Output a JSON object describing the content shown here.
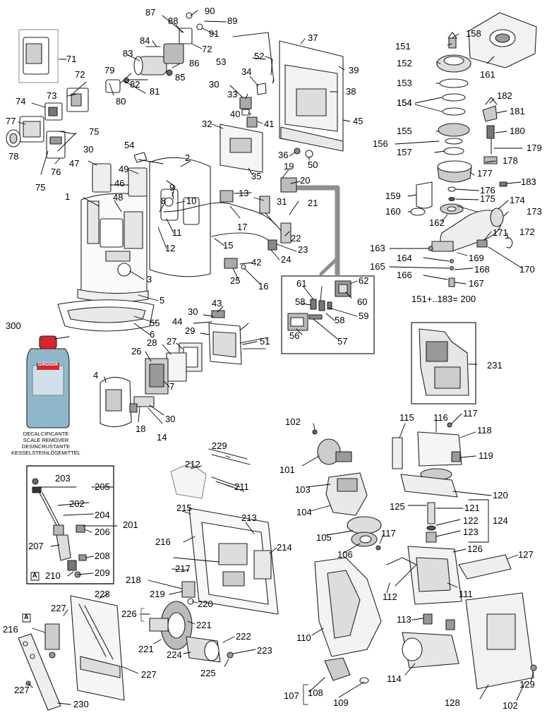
{
  "diagram": {
    "labels": [
      "1",
      "2",
      "3",
      "4",
      "5",
      "6",
      "7",
      "8",
      "9",
      "10",
      "11",
      "12",
      "13",
      "14",
      "15",
      "16",
      "17",
      "18",
      "19",
      "20",
      "21",
      "22",
      "23",
      "24",
      "25",
      "26",
      "27",
      "28",
      "29",
      "30",
      "31",
      "32",
      "33",
      "34",
      "35",
      "36",
      "37",
      "38",
      "39",
      "40",
      "41",
      "42",
      "43",
      "44",
      "45",
      "46",
      "47",
      "48",
      "49",
      "50",
      "51",
      "52",
      "53",
      "54",
      "55",
      "56",
      "57",
      "58",
      "59",
      "60",
      "61",
      "62",
      "71",
      "72",
      "73",
      "74",
      "75",
      "76",
      "77",
      "78",
      "79",
      "80",
      "81",
      "82",
      "83",
      "84",
      "85",
      "86",
      "87",
      "88",
      "89",
      "90",
      "91",
      "101",
      "102",
      "103",
      "104",
      "105",
      "106",
      "107",
      "108",
      "109",
      "110",
      "111",
      "112",
      "113",
      "114",
      "115",
      "116",
      "117",
      "118",
      "119",
      "120",
      "121",
      "122",
      "123",
      "124",
      "125",
      "126",
      "127",
      "128",
      "129",
      "151",
      "152",
      "153",
      "154",
      "155",
      "156",
      "157",
      "158",
      "159",
      "160",
      "161",
      "162",
      "163",
      "164",
      "165",
      "166",
      "167",
      "168",
      "169",
      "170",
      "171",
      "172",
      "173",
      "174",
      "175",
      "176",
      "177",
      "178",
      "179",
      "180",
      "181",
      "182",
      "183",
      "201",
      "202",
      "203",
      "204",
      "205",
      "206",
      "207",
      "208",
      "209",
      "210",
      "211",
      "212",
      "213",
      "214",
      "215",
      "216",
      "217",
      "218",
      "219",
      "220",
      "221",
      "222",
      "223",
      "224",
      "225",
      "226",
      "227",
      "228",
      "229",
      "230",
      "231",
      "300"
    ],
    "kit_note": "151+..183= 200",
    "bottle": {
      "brand": "GAGGIA",
      "lines": [
        "DECALCIFICANTE",
        "SCALE REMOVER",
        "DESINCRUSTANTE",
        "KESSELSTEINLÖSEMITTEL"
      ]
    },
    "box_letter": "A"
  }
}
